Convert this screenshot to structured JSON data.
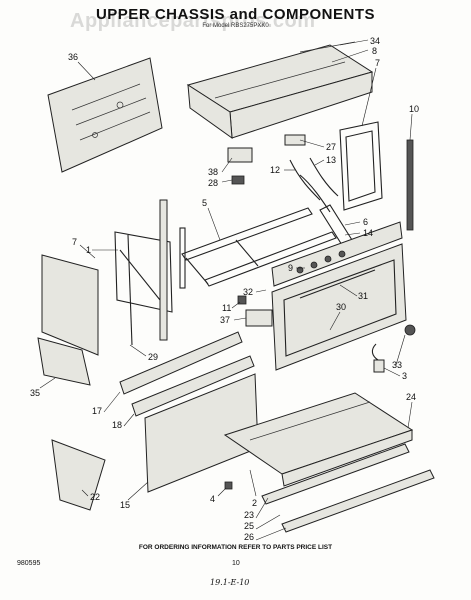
{
  "title": "UPPER CHASSIS and COMPONENTS",
  "model_line": "For Model RBS275PXK0",
  "watermark": "Appliancepartspros.com",
  "footer_note": "FOR ORDERING INFORMATION REFER TO PARTS PRICE LIST",
  "doc_number": "980595",
  "page_number": "10",
  "hand_note": "19.1-E-10",
  "callouts": {
    "c36": "36",
    "c34": "34",
    "c8": "8",
    "c7a": "7",
    "c10": "10",
    "c27": "27",
    "c13": "13",
    "c12": "12",
    "c38": "38",
    "c28": "28",
    "c5": "5",
    "c6": "6",
    "c14": "14",
    "c7b": "7",
    "c1": "1",
    "c9": "9",
    "c32": "32",
    "c31": "31",
    "c11": "11",
    "c37": "37",
    "c30": "30",
    "c29": "29",
    "c33": "33",
    "c3": "3",
    "c35": "35",
    "c17": "17",
    "c18": "18",
    "c24": "24",
    "c2": "2",
    "c23": "23",
    "c25": "25",
    "c26": "26",
    "c4": "4",
    "c15": "15",
    "c22": "22"
  }
}
